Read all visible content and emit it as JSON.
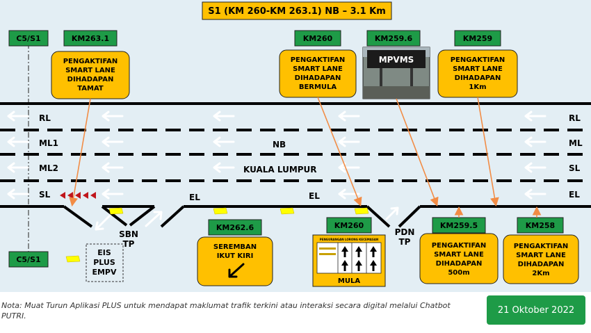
{
  "title": "S1 (KM 260-KM 263.1) NB – 3.1 Km",
  "colors": {
    "road_bg": "#e3eef4",
    "box_fill": "#ffc000",
    "label_fill": "#1e9b47",
    "arrow_orange": "#f28c45",
    "chevron_red": "#c0161b",
    "marker_yellow": "#ffff00",
    "date_green": "#1e9b47"
  },
  "top_labels": {
    "c5s1": "C5/S1",
    "km2631": "KM263.1",
    "km260": "KM260",
    "km2596": "KM259.6",
    "km259": "KM259"
  },
  "top_boxes": {
    "km2631": [
      "PENGAKTIFAN",
      "SMART LANE",
      "DIHADAPAN",
      "TAMAT"
    ],
    "km260": [
      "PENGAKTIFAN",
      "SMART LANE",
      "DIHADAPAN",
      "BERMULA"
    ],
    "mpvms": "MPVMS",
    "km259": [
      "PENGAKTIFAN",
      "SMART LANE",
      "DIHADAPAN",
      "1Km"
    ]
  },
  "lanes": {
    "rl": "RL",
    "ml1": "ML1",
    "ml2": "ML2",
    "sl": "SL",
    "right_rl": "RL",
    "right_ml": "ML",
    "right_sl": "SL",
    "right_el": "EL",
    "el_left": "EL",
    "el_mid": "EL"
  },
  "road_text": {
    "nb": "NB",
    "destination": "KUALA LUMPUR"
  },
  "places": {
    "sbn": [
      "SBN",
      "TP"
    ],
    "pdn": [
      "PDN",
      "TP"
    ],
    "eis": [
      "EIS",
      "PLUS",
      "EMPV"
    ]
  },
  "bottom_labels": {
    "c5s1": "C5/S1",
    "km2626": "KM262.6",
    "km260": "KM260",
    "km2595": "KM259.5",
    "km258": "KM258"
  },
  "bottom_boxes": {
    "seremban": [
      "SEREMBAN",
      "IKUT KIRI"
    ],
    "mula_sign_title": "PENGURANGAN LORONG KECEMASAN",
    "mula": "MULA",
    "km2595": [
      "PENGAKTIFAN",
      "SMART LANE",
      "DIHADAPAN",
      "500m"
    ],
    "km258": [
      "PENGAKTIFAN",
      "SMART LANE",
      "DIHADAPAN",
      "2Km"
    ]
  },
  "note": "Nota: Muat Turun Aplikasi PLUS untuk mendapat maklumat trafik terkini atau interaksi secara digital melalui Chatbot PUTRI.",
  "date": "21 Oktober 2022"
}
